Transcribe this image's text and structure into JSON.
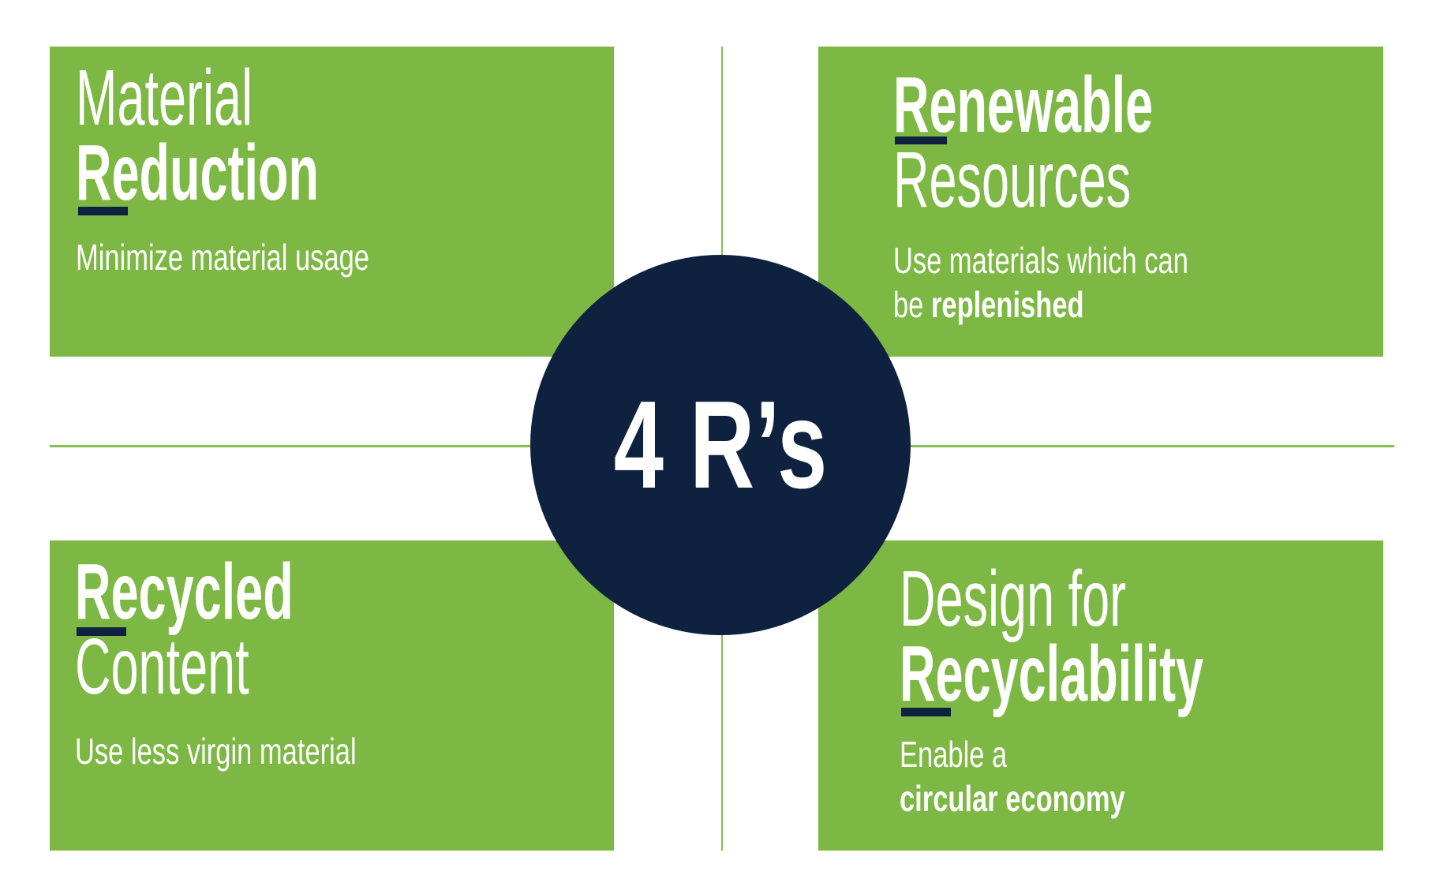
{
  "colors": {
    "green": "#7CB843",
    "navy": "#0E2240",
    "line_green": "#87BF52",
    "white": "#FFFFFF"
  },
  "center": {
    "label": "4 R’s"
  },
  "quadrants": {
    "top_left": {
      "title_line1": "Material",
      "title_line2": "Reduction",
      "subtitle": "Minimize material usage"
    },
    "top_right": {
      "title_line1": "Renewable",
      "title_line2": "Resources",
      "subtitle_line1": "Use materials which can",
      "subtitle_line2_prefix": "be ",
      "subtitle_line2_bold": "replenished"
    },
    "bottom_left": {
      "title_line1": "Recycled",
      "title_line2": "Content",
      "subtitle": "Use less virgin material"
    },
    "bottom_right": {
      "title_line1": "Design for",
      "title_line2": "Recyclability",
      "subtitle_line1": "Enable a",
      "subtitle_line2_bold": "circular economy"
    }
  }
}
